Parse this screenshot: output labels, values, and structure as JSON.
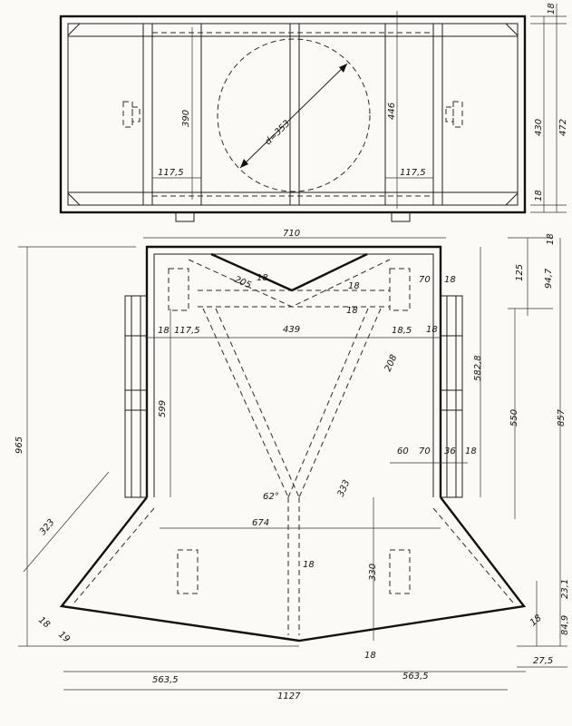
{
  "top_view": {
    "dims": {
      "d353": "d=353",
      "h390": "390",
      "h446": "446",
      "w117_5_left": "117,5",
      "w117_5_right": "117,5",
      "h430": "430",
      "h472": "472",
      "t18_top": "18",
      "t18_bottom": "18"
    }
  },
  "front_view": {
    "dims": {
      "w710": "710",
      "d205": "205",
      "d18_a": "18",
      "d18_b": "18",
      "d18_c": "18",
      "d70_top": "70",
      "d18_top_right": "18",
      "d125": "125",
      "d94_7": "94,7",
      "d18_rt": "18",
      "d18_left": "18",
      "d117_5": "117,5",
      "d439": "439",
      "d18_5": "18,5",
      "d18_right": "18",
      "d582_8": "582,8",
      "d599": "599",
      "d208": "208",
      "d550": "550",
      "d857": "857",
      "d965": "965",
      "d60": "60",
      "d70": "70",
      "d36": "36",
      "d18_r2": "18",
      "d323": "323",
      "d333": "333",
      "d62": "62°",
      "d674": "674",
      "d18_center": "18",
      "d330": "330",
      "d23_1": "23,1",
      "d84_9": "84,9",
      "d18_bl": "18",
      "d19_bl": "19",
      "d18_br": "18",
      "d18_bottom": "18",
      "d27_5": "27,5",
      "d563_5_left": "563,5",
      "d563_5_right": "563,5",
      "d1127": "1127"
    }
  }
}
